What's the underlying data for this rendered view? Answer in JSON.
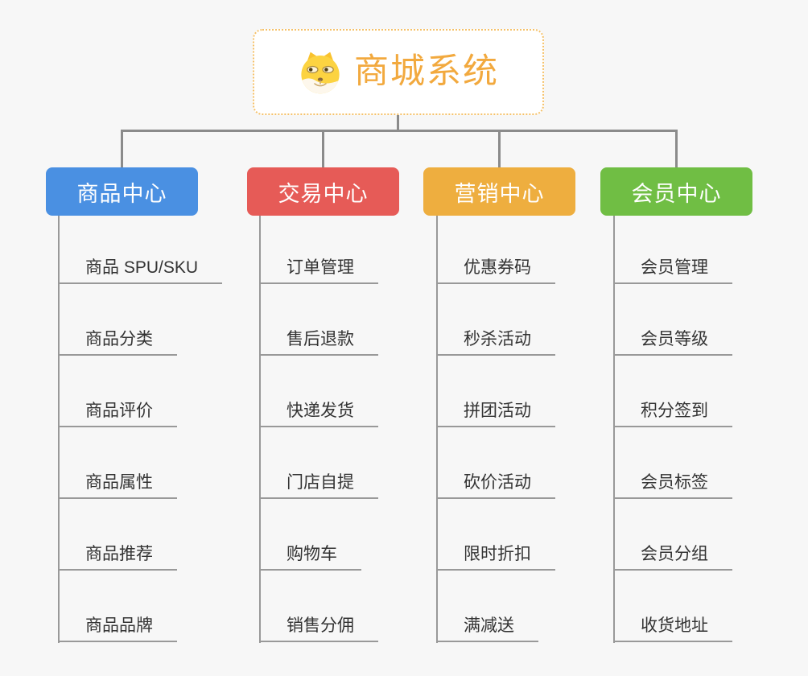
{
  "root": {
    "title": "商城系统",
    "icon": "doge-icon",
    "title_color": "#f2a93e",
    "border_color": "#f5c169"
  },
  "connector_color": "#8b8b8b",
  "branches": [
    {
      "label": "商品中心",
      "color": "#4a90e2",
      "children": [
        "商品 SPU/SKU",
        "商品分类",
        "商品评价",
        "商品属性",
        "商品推荐",
        "商品品牌"
      ]
    },
    {
      "label": "交易中心",
      "color": "#e65b57",
      "children": [
        "订单管理",
        "售后退款",
        "快递发货",
        "门店自提",
        "购物车",
        "销售分佣"
      ]
    },
    {
      "label": "营销中心",
      "color": "#eeae3f",
      "children": [
        "优惠券码",
        "秒杀活动",
        "拼团活动",
        "砍价活动",
        "限时折扣",
        "满减送"
      ]
    },
    {
      "label": "会员中心",
      "color": "#70be44",
      "children": [
        "会员管理",
        "会员等级",
        "积分签到",
        "会员标签",
        "会员分组",
        "收货地址"
      ]
    }
  ]
}
